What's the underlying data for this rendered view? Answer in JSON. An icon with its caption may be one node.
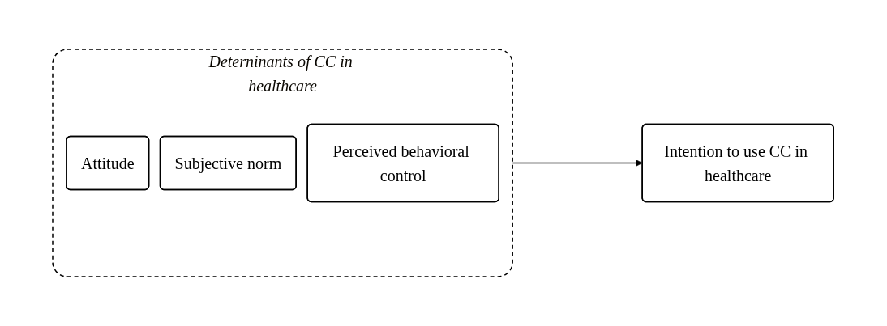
{
  "diagram": {
    "nodes": [
      {
        "text": [
          "Deterninants of CC in healthcare"
        ]
      },
      {
        "text": [
          "Attitude"
        ],
        "in": 0
      },
      {
        "text": [
          "Subjective norm"
        ],
        "in": 0
      },
      {
        "text": [
          "Perceived behavioral control"
        ],
        "in": 0
      },
      {
        "text": [
          "Intention to use CC in healthcare"
        ]
      }
    ],
    "edges": [
      {
        "from": 0,
        "to": 4,
        "arrow": "to"
      }
    ]
  }
}
